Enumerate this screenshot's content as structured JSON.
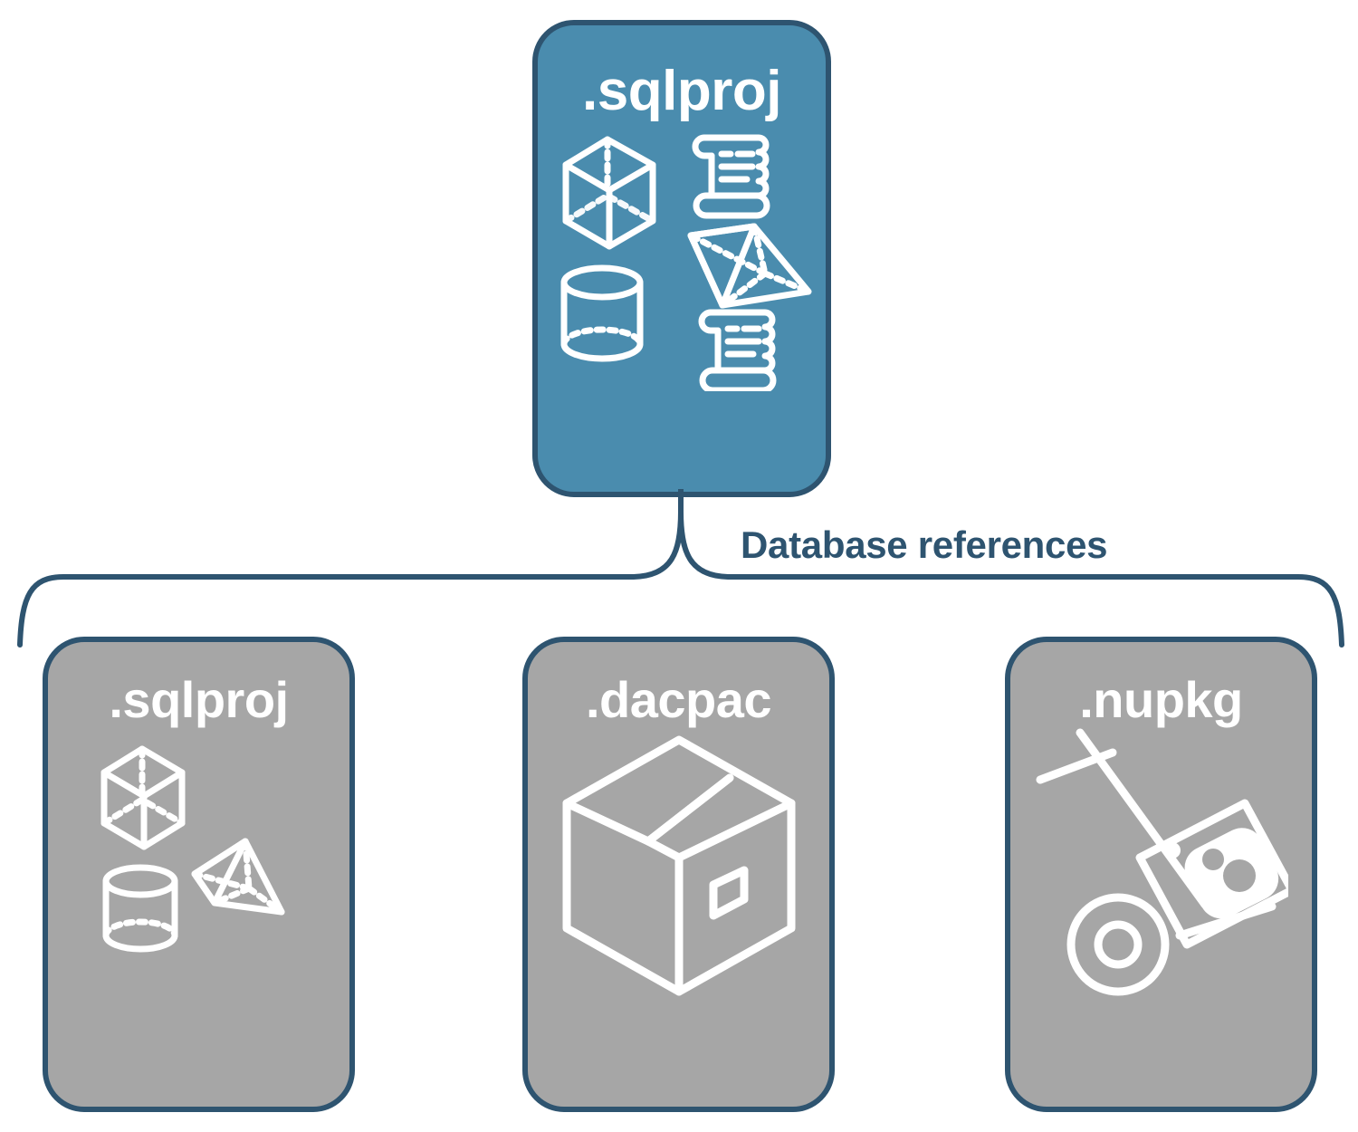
{
  "diagram": {
    "title_text": "Database references",
    "colors": {
      "primary_card_fill": "#4A8CAE",
      "secondary_card_fill": "#A6A6A6",
      "card_border": "#2E5470",
      "brace_stroke": "#2E5470",
      "label_text": "#2E5470",
      "icon_stroke": "#FFFFFF",
      "page_background": "#FFFFFF"
    },
    "root_card": {
      "label": ".sqlproj",
      "style": "primary",
      "icons": [
        "cube-wireframe-icon",
        "scroll-icon",
        "pyramid-wireframe-icon",
        "cylinder-wireframe-icon",
        "scroll-icon"
      ]
    },
    "connector": {
      "type": "curly-brace",
      "label": "Database references",
      "from": ".sqlproj",
      "to": [
        ".sqlproj",
        ".dacpac",
        ".nupkg"
      ]
    },
    "reference_cards": [
      {
        "label": ".sqlproj",
        "style": "secondary",
        "icons": [
          "cube-wireframe-icon",
          "pyramid-wireframe-icon",
          "cylinder-wireframe-icon"
        ]
      },
      {
        "label": ".dacpac",
        "style": "secondary",
        "icons": [
          "shipping-box-icon"
        ]
      },
      {
        "label": ".nupkg",
        "style": "secondary",
        "icons": [
          "hand-truck-package-icon"
        ]
      }
    ]
  }
}
